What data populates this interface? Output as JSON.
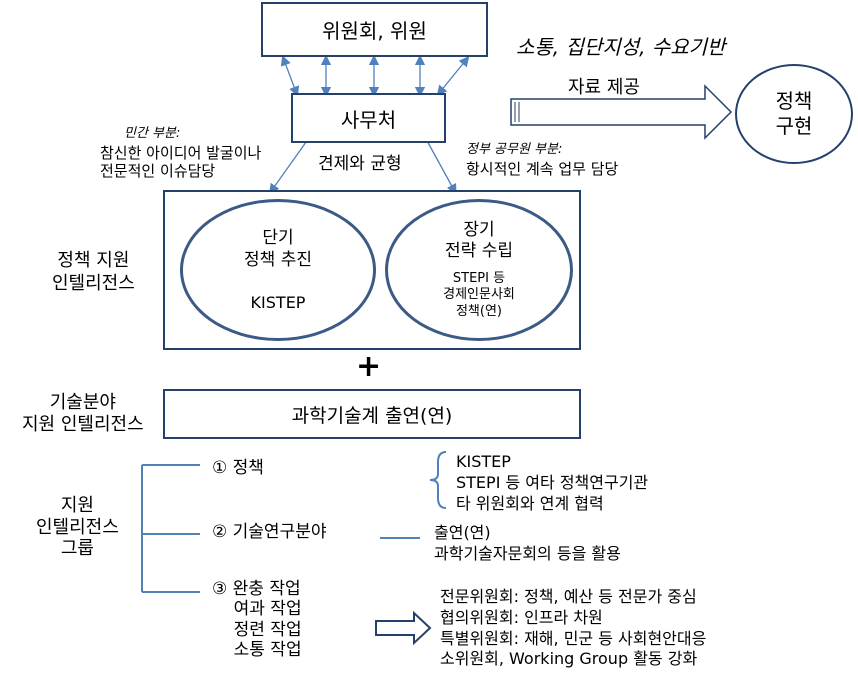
{
  "top_box": "위원회, 위원",
  "secretariat_box": "사무처",
  "slogan": "소통, 집단지성, 수요기반",
  "data_provision": "자료 제공",
  "policy_realization": "정책\n구현",
  "private_part": {
    "heading": "민간 부분:",
    "body": "참신한 아이디어 발굴이나\n전문적인 이슈담당"
  },
  "checks_balances": "견제와 균형",
  "government_part": {
    "heading": "정부 공무원 부분:",
    "body": "항시적인 계속 업무 담당"
  },
  "policy_support_label": "정책 지원\n인텔리전스",
  "short_term": {
    "title": "단기\n정책 추진",
    "org": "KISTEP"
  },
  "long_term": {
    "title": "장기\n전략 수립",
    "orgs": "STEPI 등\n경제인문사회\n정책(연)"
  },
  "plus": "+",
  "tech_support_label": "기술분야\n지원 인텔리전스",
  "tech_box": "과학기술계 출연(연)",
  "group_label": "지원\n인텔리전스\n그룹",
  "items": {
    "policy": "① 정책",
    "tech_research": "② 기술연구분야",
    "buffer": "③ 완충 작업\n    여과 작업\n    정련 작업\n    소통 작업"
  },
  "policy_list": "KISTEP\nSTEPI 등 여타 정책연구기관\n타 위원회와 연계 협력",
  "tech_list": "출연(연)\n과학기술자문회의 등을 활용",
  "committees": "전문위원회: 정책, 예산 등 전문가 중심\n협의위원회: 인프라 차원\n특별위원회: 재해, 민군 등 사회현안대응\n소위원회, Working Group 활동 강화",
  "colors": {
    "box_border": "#25406a",
    "ellipse_border": "#3b5a85",
    "arrow": "#4f81bd"
  }
}
